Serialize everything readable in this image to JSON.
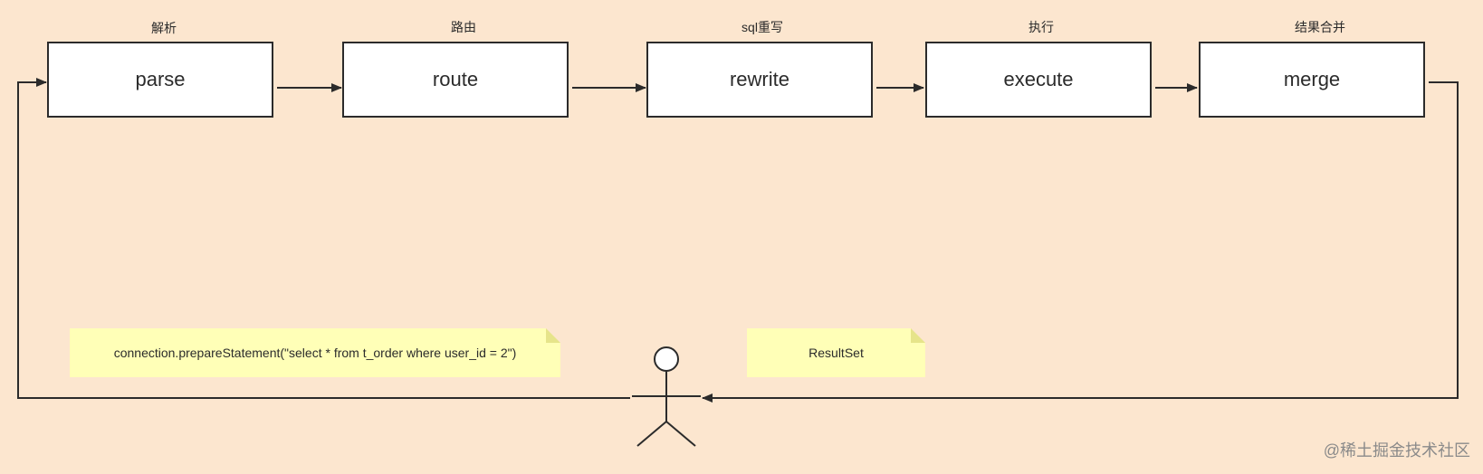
{
  "stages": [
    {
      "label": "解析",
      "name": "parse"
    },
    {
      "label": "路由",
      "name": "route"
    },
    {
      "label": "sql重写",
      "name": "rewrite"
    },
    {
      "label": "执行",
      "name": "execute"
    },
    {
      "label": "结果合并",
      "name": "merge"
    }
  ],
  "notes": {
    "request": "connection.prepareStatement(\"select * from t_order where user_id = 2\")",
    "response": "ResultSet"
  },
  "watermark": "@稀土掘金技术社区",
  "colors": {
    "background": "#fce6cf",
    "box_fill": "#ffffff",
    "stroke": "#2b2b2b",
    "note_fill": "#ffffb7"
  },
  "icons": {
    "actor": "stick-figure-icon"
  }
}
